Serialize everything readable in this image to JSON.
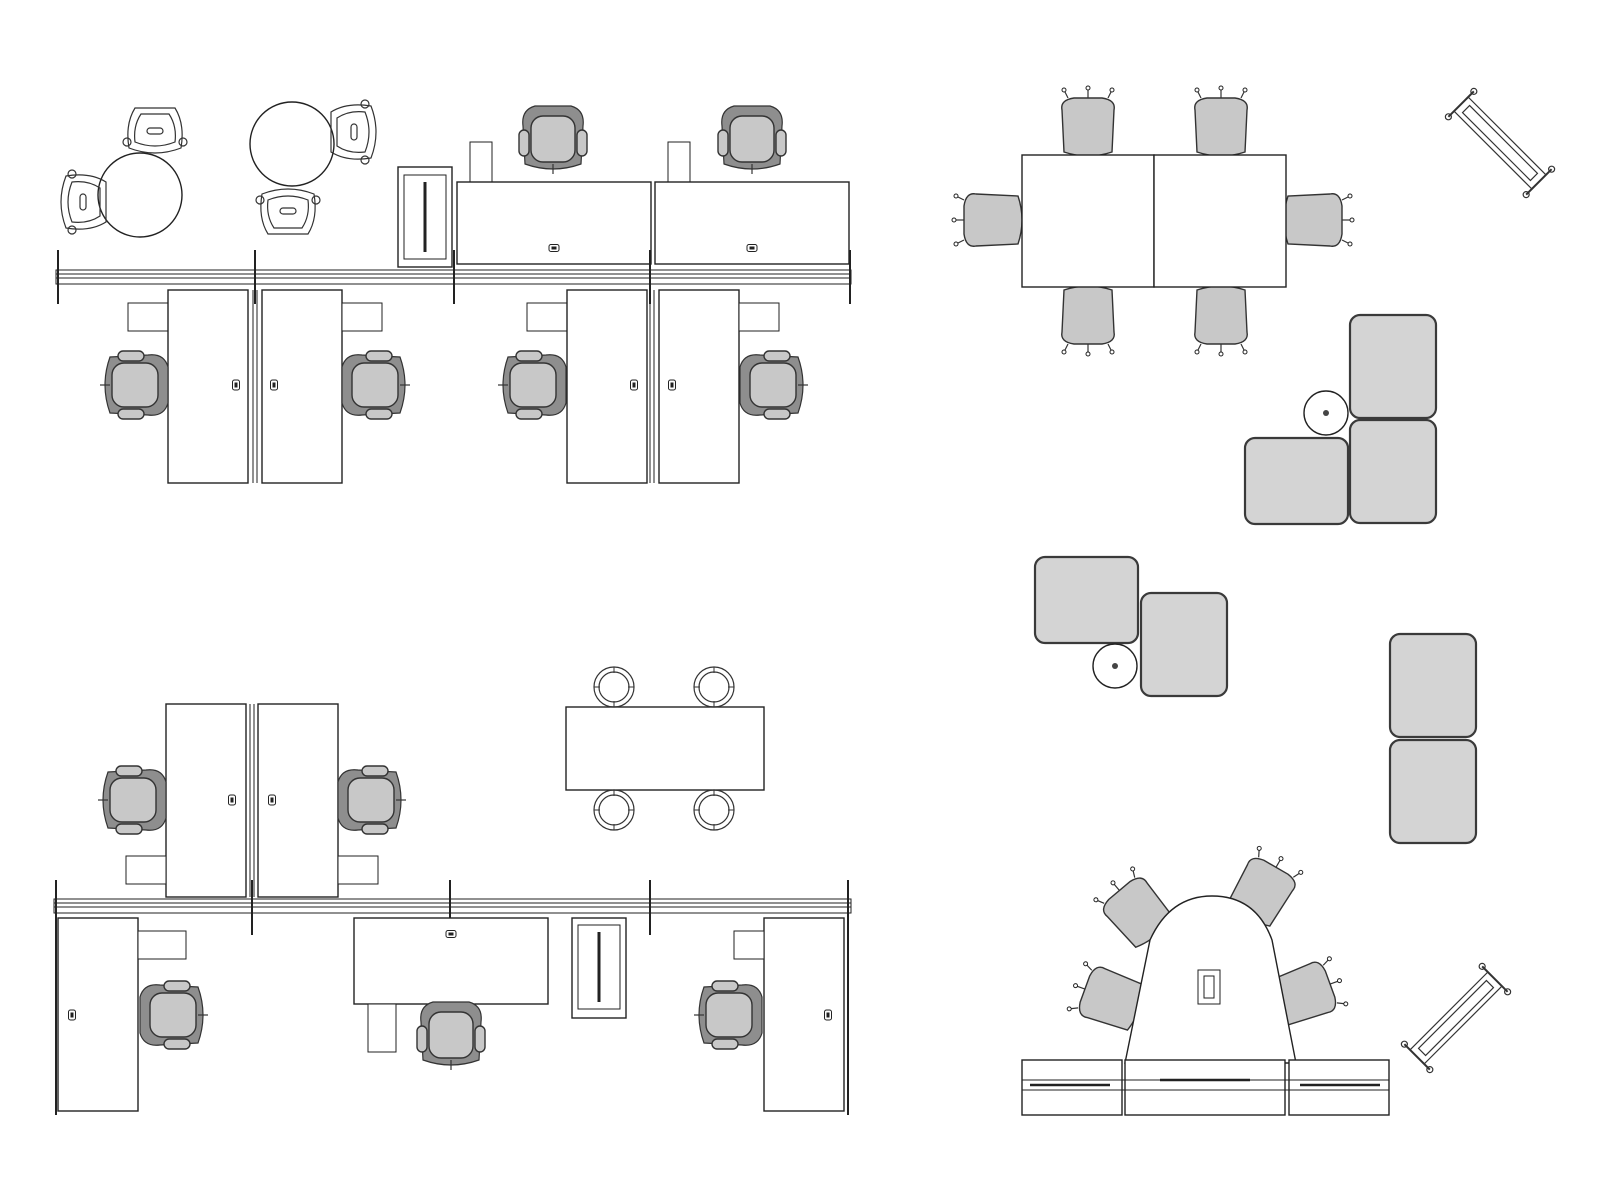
{
  "colors": {
    "background": "#ffffff",
    "line": "#222222",
    "chair_seat": "#c8c8c8",
    "chair_back": "#8e8e8e",
    "lounge_fill": "#d4d4d4"
  },
  "zones": [
    {
      "id": "benching-top",
      "items": [
        "bench-desk",
        "task-chair",
        "round-cafe-table",
        "stacking-chair",
        "storage-pedestal",
        "monitor-arm"
      ]
    },
    {
      "id": "conference-top-right",
      "items": [
        "meeting-table",
        "conference-chair",
        "coat-rack"
      ]
    },
    {
      "id": "lounge-right",
      "items": [
        "lounge-ottoman",
        "side-table"
      ]
    },
    {
      "id": "benching-bottom",
      "items": [
        "bench-desk",
        "task-chair",
        "storage-pedestal",
        "cafe-table",
        "stool"
      ]
    },
    {
      "id": "huddle-bottom-right",
      "items": [
        "huddle-table",
        "conference-chair",
        "credenza",
        "coat-rack"
      ]
    }
  ]
}
